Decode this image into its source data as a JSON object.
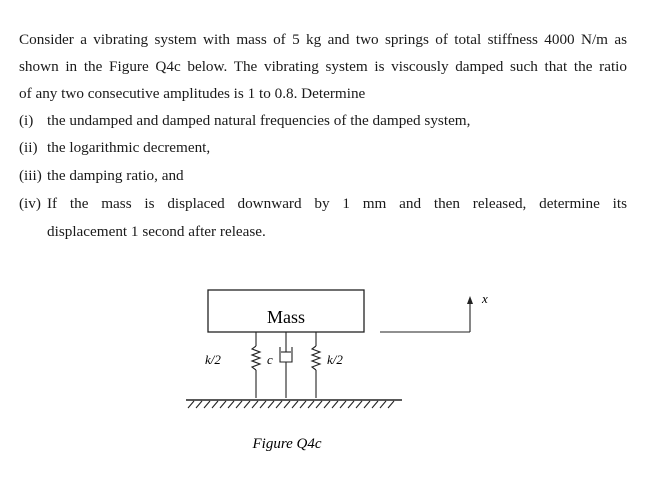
{
  "question": {
    "intro_lines": [
      "Consider a vibrating system with mass of 5 kg and two springs of total stiffness 4000 N/m as",
      "shown in the Figure Q4c below.  The vibrating system is viscously damped such that the ratio",
      "of any two consecutive amplitudes is 1 to 0.8.  Determine"
    ],
    "items": [
      {
        "number": "(i)",
        "text": "the undamped  and damped natural frequencies of the damped system,"
      },
      {
        "number": "(ii)",
        "text": "the logarithmic decrement,"
      },
      {
        "number": "(iii)",
        "text": "the damping ratio, and"
      },
      {
        "number": "(iv)",
        "text": "If the mass is displaced downward by 1 mm and then released, determine its",
        "continuation": "displacement 1 second after release."
      }
    ]
  },
  "figure": {
    "mass_label": "Mass",
    "spring_left_label": "k/2",
    "damper_label": "c",
    "spring_right_label": "k/2",
    "axis_label": "x",
    "caption": "Figure Q4c"
  }
}
